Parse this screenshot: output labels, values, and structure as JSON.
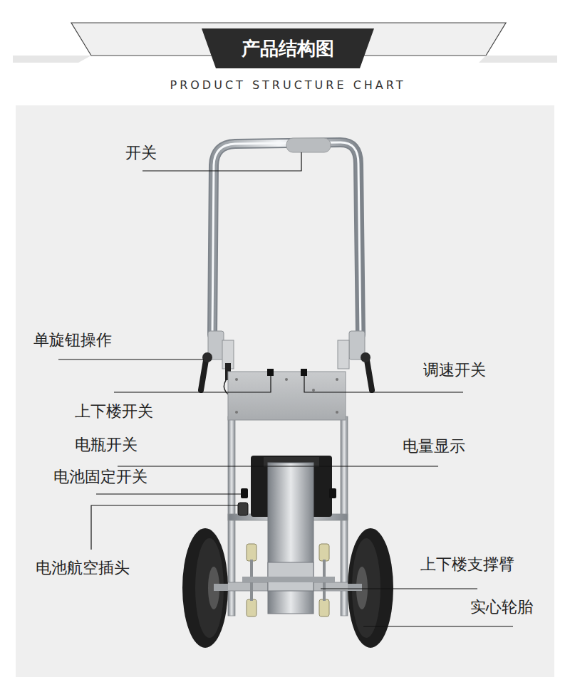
{
  "diagram": {
    "title": "产品结构图",
    "labels": [
      "PRODUCT STRUCTURE CHART",
      "开关",
      "单旋钮操作",
      "调速开关",
      "上下楼开关",
      "电瓶开关",
      "电量显示",
      "电池固定开关",
      "电池航空插头",
      "上下楼支撑臂",
      "实心轮胎"
    ]
  }
}
